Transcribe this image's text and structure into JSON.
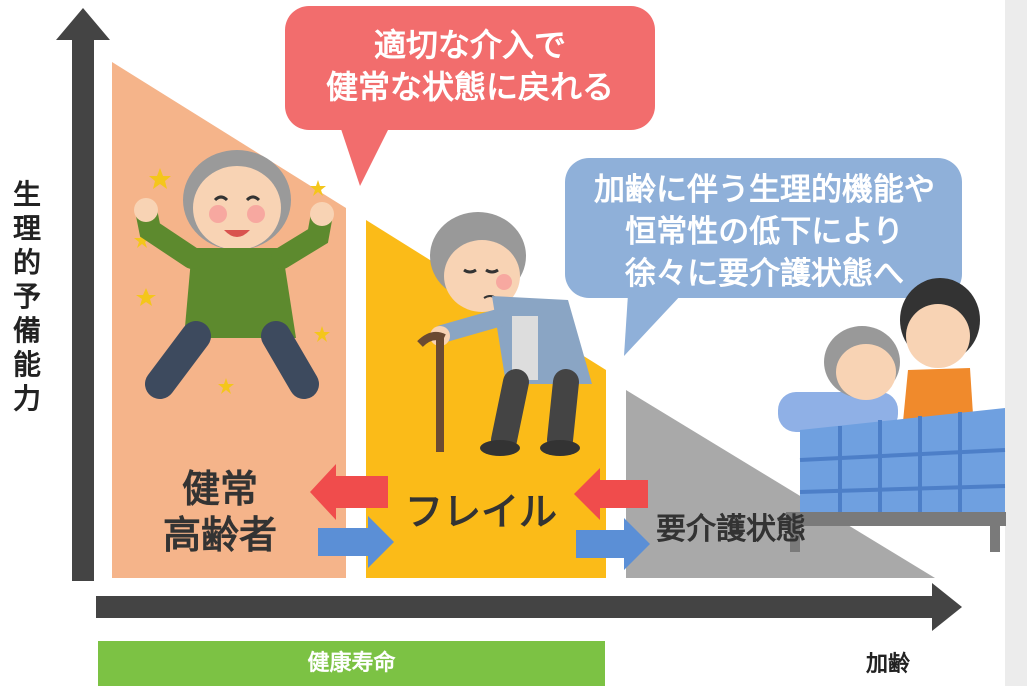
{
  "ylabel": "生理的予備能力",
  "stages": {
    "healthy": "健常\n高齢者",
    "frail": "フレイル",
    "care": "要介護状態"
  },
  "bubbles": {
    "red": "適切な介入で\n健常な状態に戻れる",
    "blue": "加齢に伴う生理的機能や\n恒常性の低下により\n徐々に要介護状態へ"
  },
  "bottom": {
    "healthy_life": "健康寿命",
    "aging": "加齢"
  },
  "colors": {
    "healthy": "#f5b48a",
    "frail": "#fbbb18",
    "care": "#a9a9a9",
    "red_bubble": "#f26d6d",
    "blue_bubble": "#8fb0d9",
    "red_arrow": "#f04c4c",
    "blue_arrow": "#5b8fd6",
    "healthy_bar": "#7cc244"
  },
  "icons": [
    "elderly-man-cheering-icon",
    "elderly-man-with-cane-icon",
    "bedridden-elderly-with-caregiver-icon"
  ]
}
